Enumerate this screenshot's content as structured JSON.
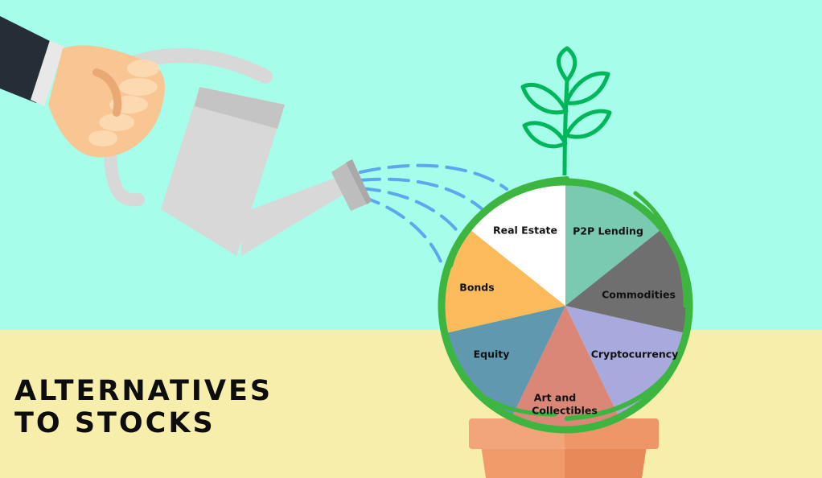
{
  "title": {
    "line1": "ALTERNATIVES",
    "line2": "TO STOCKS"
  },
  "colors": {
    "sky": "#a6fdea",
    "ground": "#f6eeaa",
    "vine": "#3db541",
    "plant": "#00b65b",
    "can": "#d8d8d8",
    "water": "#5ba8ec",
    "skin": "#f8c593",
    "sleeve": "#252e37",
    "pot": "#f19b6b"
  },
  "segments": [
    {
      "label": "Real Estate",
      "color": "#ffffff"
    },
    {
      "label": "P2P Lending",
      "color": "#79cab1"
    },
    {
      "label": "Commodities",
      "color": "#6f6f6f"
    },
    {
      "label": "Cryptocurrency",
      "color": "#a8a9dd"
    },
    {
      "label": "Art and",
      "label2": "Collectibles",
      "color": "#db8778"
    },
    {
      "label": "Equity",
      "color": "#5f98af"
    },
    {
      "label": "Bonds",
      "color": "#fcbb5b"
    }
  ]
}
